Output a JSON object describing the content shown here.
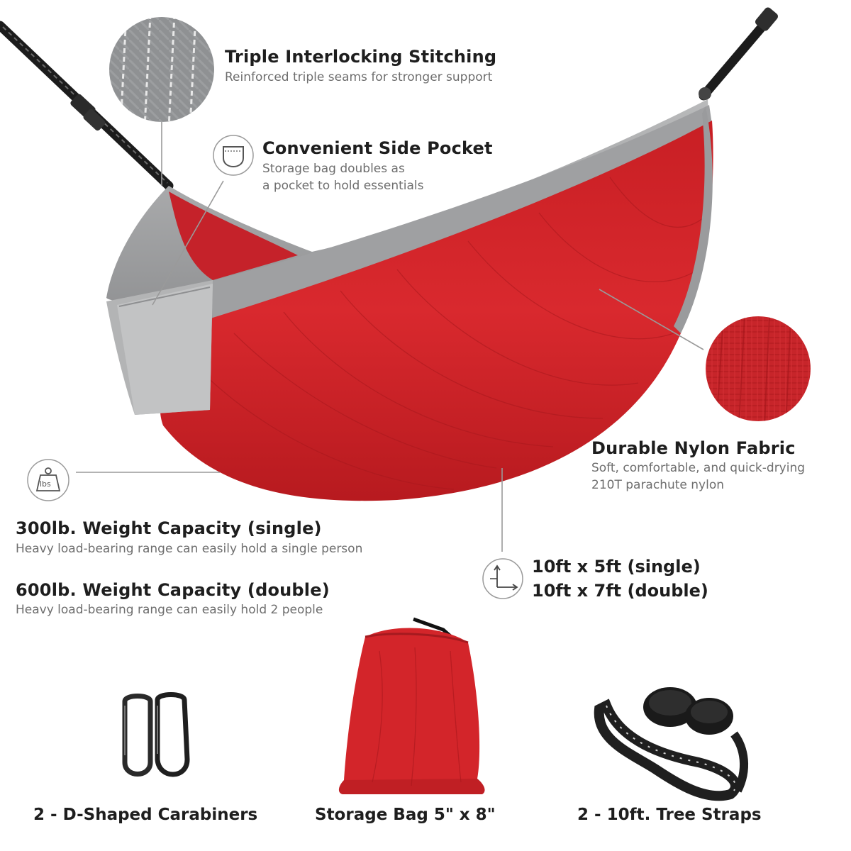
{
  "colors": {
    "hammock_red": "#d3252a",
    "hammock_gray": "#a9aaab",
    "strap_black": "#1c1c1c",
    "text_dark": "#1e1e1e",
    "text_muted": "#6e6e6e"
  },
  "features": {
    "stitching": {
      "title": "Triple Interlocking Stitching",
      "desc": "Reinforced triple seams for stronger support",
      "icon": "fabric-stitch-swatch"
    },
    "pocket": {
      "title": "Convenient Side Pocket",
      "desc_line1": "Storage bag doubles as",
      "desc_line2": "a pocket to hold essentials",
      "icon": "pocket-icon"
    },
    "nylon": {
      "title": "Durable Nylon Fabric",
      "desc_line1": "Soft, comfortable, and quick-drying",
      "desc_line2": "210T parachute nylon",
      "icon": "red-fabric-swatch"
    },
    "weight_single": {
      "title": "300lb. Weight Capacity (single)",
      "desc": "Heavy load-bearing range can easily hold a single person",
      "icon": "weight-icon",
      "icon_label": "lbs"
    },
    "weight_double": {
      "title": "600lb. Weight Capacity (double)",
      "desc": "Heavy load-bearing range can easily hold 2 people"
    },
    "dimensions": {
      "line1": "10ft x 5ft (single)",
      "line2": "10ft x 7ft (double)",
      "icon": "dimensions-axes-icon"
    }
  },
  "accessories": [
    {
      "label": "2 - D-Shaped Carabiners",
      "icon": "carabiner-image"
    },
    {
      "label": "Storage Bag 5\" x 8\"",
      "icon": "storage-bag-image"
    },
    {
      "label": "2 - 10ft. Tree Straps",
      "icon": "tree-straps-image"
    }
  ]
}
